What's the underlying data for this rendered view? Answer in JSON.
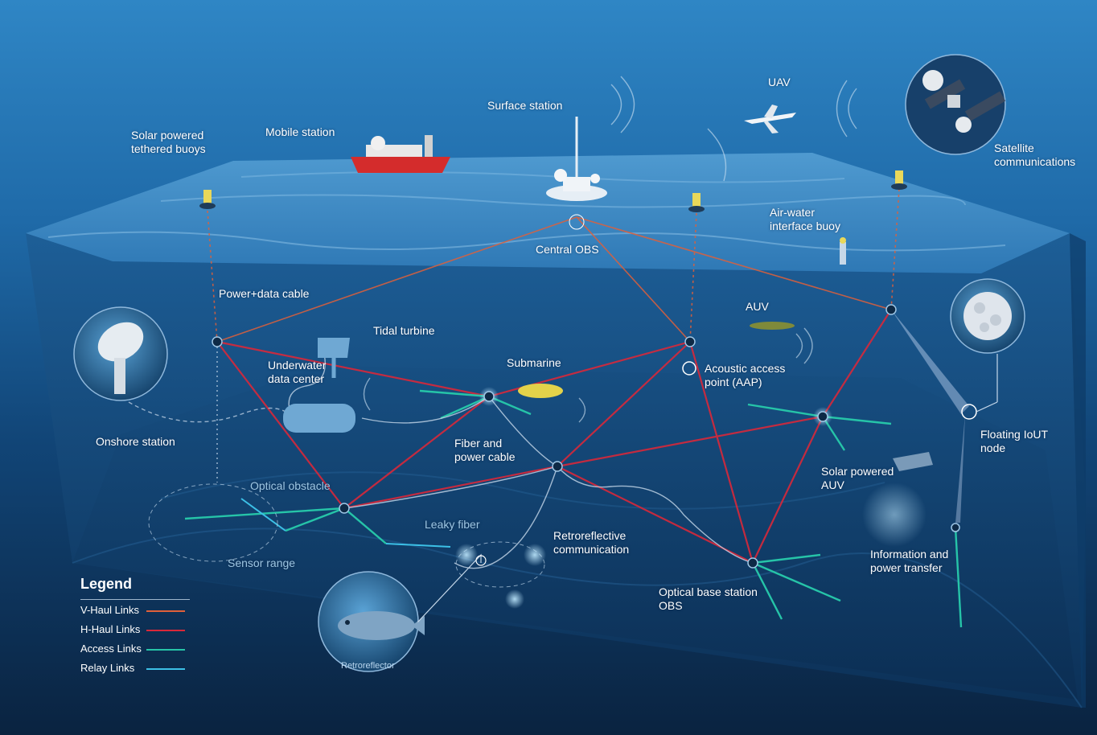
{
  "labels": {
    "solar_buoys": "Solar powered\ntethered buoys",
    "mobile_station": "Mobile station",
    "surface_station": "Surface station",
    "uav": "UAV",
    "satellite": "Satellite\ncommunications",
    "air_water_buoy": "Air-water\ninterface buoy",
    "central_obs": "Central OBS",
    "power_data_cable": "Power+data cable",
    "tidal_turbine": "Tidal turbine",
    "auv": "AUV",
    "underwater_dc": "Underwater\ndata center",
    "submarine": "Submarine",
    "aap": "Acoustic access\npoint (AAP)",
    "onshore_station": "Onshore station",
    "fiber_power_cable": "Fiber and\npower  cable",
    "floating_iout": "Floating IoUT\nnode",
    "solar_auv": "Solar powered\nAUV",
    "optical_obstacle": "Optical obstacle",
    "leaky_fiber": "Leaky fiber",
    "retroreflective": "Retroreflective\ncommunication",
    "sensor_range": "Sensor range",
    "info_power": "Information and\npower transfer",
    "optical_base": "Optical base station\nOBS",
    "retroreflector": "Retroreflector"
  },
  "legend": {
    "title": "Legend",
    "items": [
      {
        "label": "V-Haul Links",
        "color": "#e0603a"
      },
      {
        "label": "H-Haul Links",
        "color": "#d8283a"
      },
      {
        "label": "Access Links",
        "color": "#26c4a8"
      },
      {
        "label": "Relay Links",
        "color": "#3cc0e6"
      }
    ]
  },
  "colors": {
    "sky": "#2f86c5",
    "water_surface": "#3d8ac4",
    "deep": "#0a2340",
    "seabed": "#0f3b66",
    "vhaul": "#e0603a",
    "hhaul": "#d8283a",
    "access": "#26c4a8",
    "relay": "#3cc0e6"
  }
}
